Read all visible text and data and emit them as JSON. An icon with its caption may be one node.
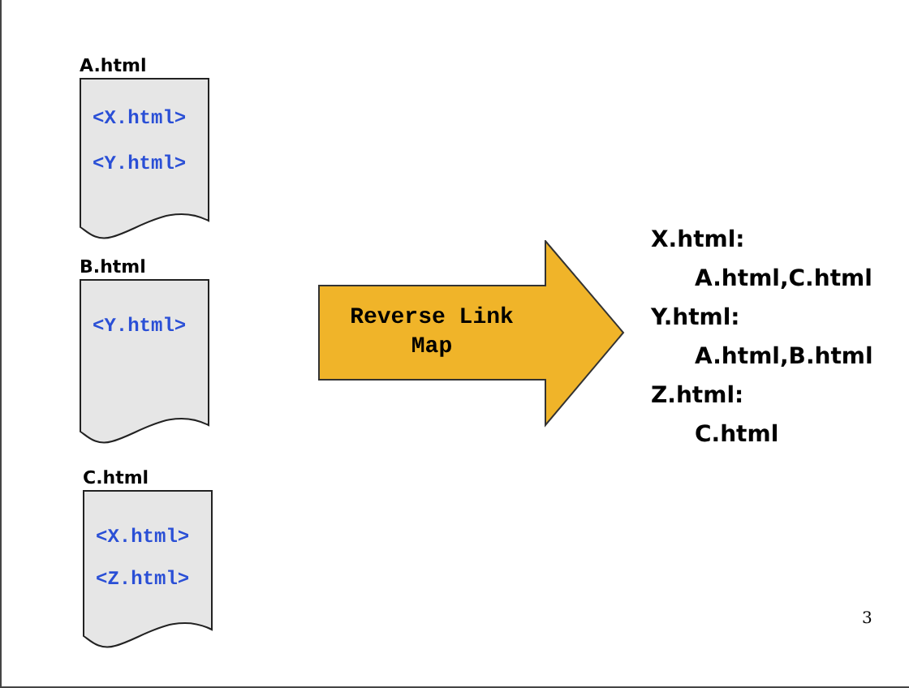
{
  "diagram": {
    "nodes": [
      {
        "text": [
          "A.html",
          "<X.html>",
          "<Y.html>"
        ]
      },
      {
        "text": [
          "B.html",
          "<Y.html>"
        ]
      },
      {
        "text": [
          "C.html",
          "<X.html>",
          "<Z.html>"
        ]
      },
      {
        "text": [
          "Reverse Link Map"
        ]
      }
    ],
    "labels": [
      "X.html:",
      "A.html,C.html",
      "Y.html:",
      "A.html,B.html",
      "Z.html:",
      "C.html",
      "3"
    ]
  }
}
